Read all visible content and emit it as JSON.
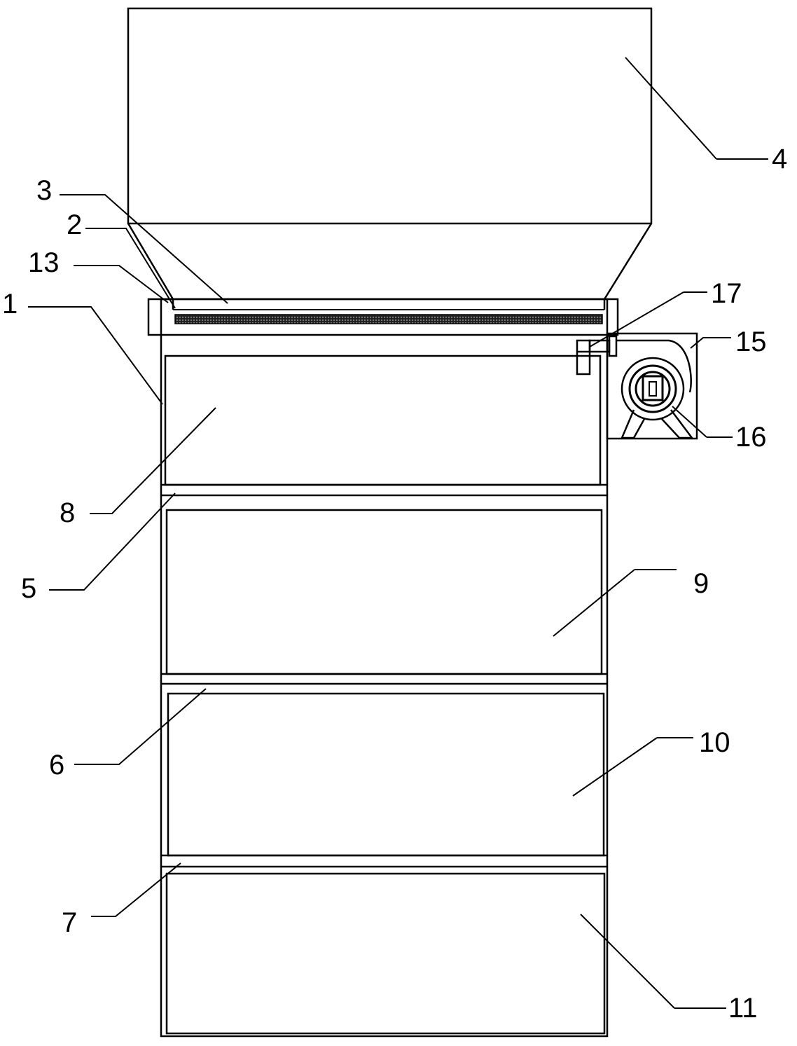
{
  "figure": {
    "labels": {
      "l1": "1",
      "l2": "2",
      "l3": "3",
      "l4": "4",
      "l5": "5",
      "l6": "6",
      "l7": "7",
      "l8": "8",
      "l9": "9",
      "l10": "10",
      "l11": "11",
      "l13": "13",
      "l15": "15",
      "l16": "16",
      "l17": "17"
    }
  }
}
